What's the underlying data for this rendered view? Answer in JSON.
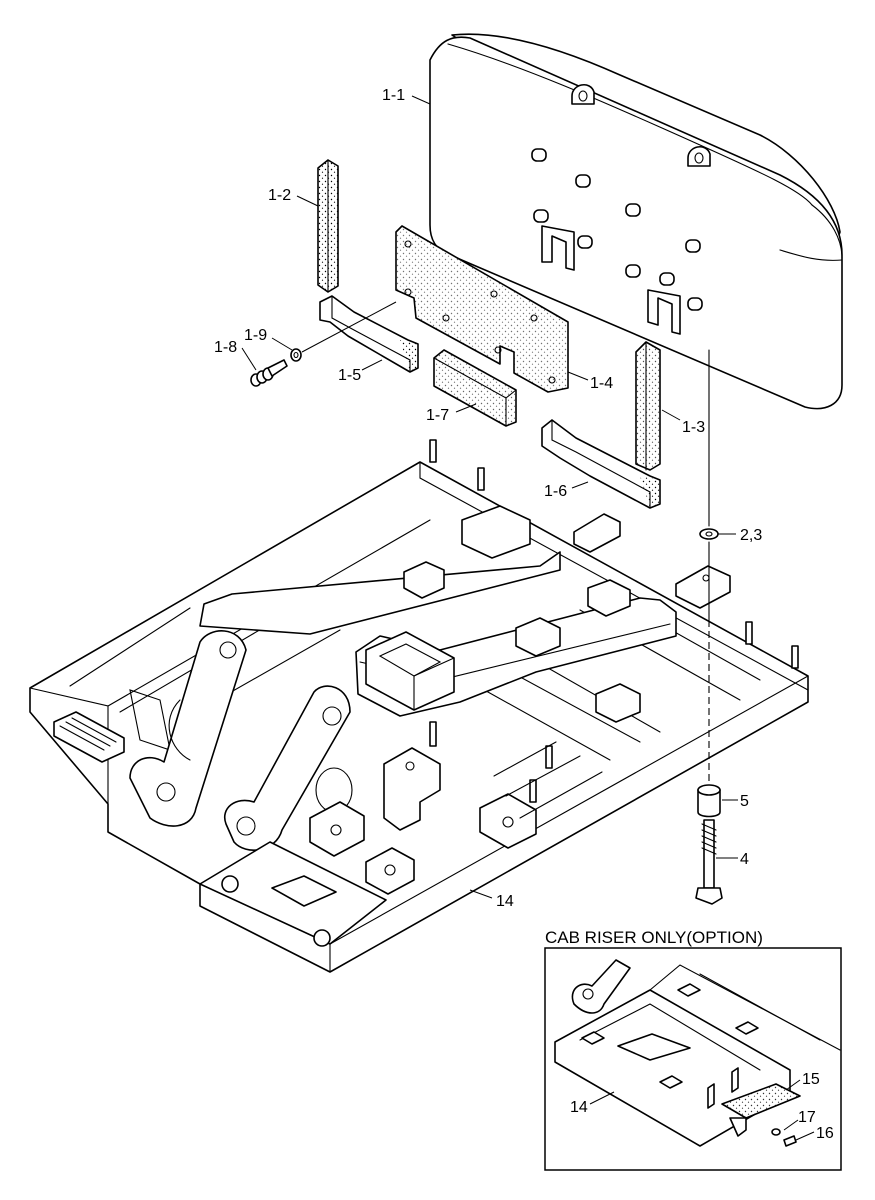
{
  "inset": {
    "title": "CAB RISER ONLY(OPTION)"
  },
  "callouts": {
    "p1_1": "1-1",
    "p1_2": "1-2",
    "p1_3": "1-3",
    "p1_4": "1-4",
    "p1_5": "1-5",
    "p1_6": "1-6",
    "p1_7": "1-7",
    "p1_8": "1-8",
    "p1_9": "1-9",
    "p2_3": "2,3",
    "p4": "4",
    "p5": "5",
    "p14": "14",
    "p14_inset": "14",
    "p15": "15",
    "p16": "16",
    "p17": "17"
  }
}
